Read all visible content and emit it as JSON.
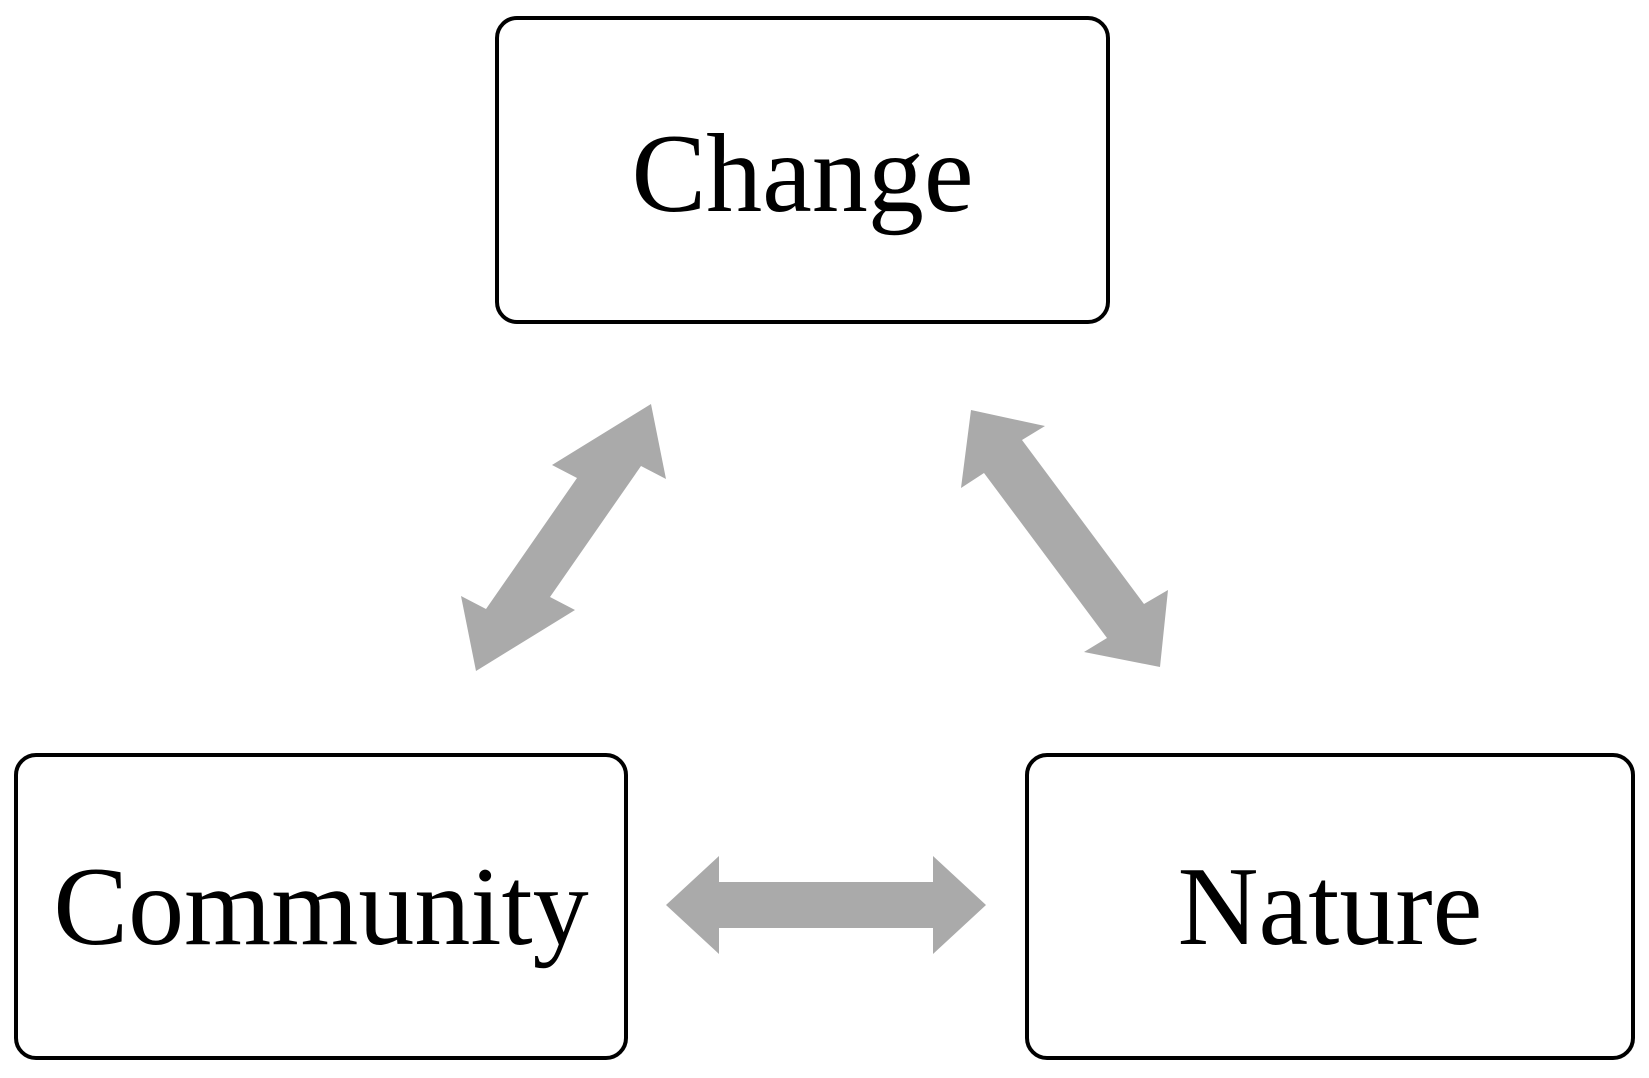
{
  "diagram": {
    "nodes": {
      "change": {
        "label": "Change"
      },
      "community": {
        "label": "Community"
      },
      "nature": {
        "label": "Nature"
      }
    },
    "edges": [
      {
        "from": "community",
        "to": "change",
        "direction": "bidirectional"
      },
      {
        "from": "change",
        "to": "nature",
        "direction": "bidirectional"
      },
      {
        "from": "community",
        "to": "nature",
        "direction": "bidirectional"
      }
    ],
    "colors": {
      "box_border": "#000000",
      "arrow_fill": "#aaaaaa",
      "background": "#ffffff"
    }
  }
}
